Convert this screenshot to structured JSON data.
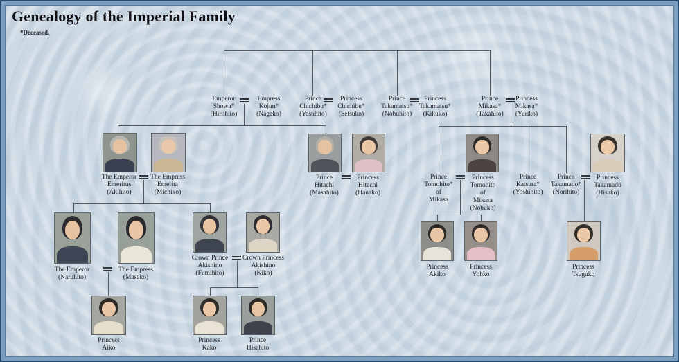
{
  "title": "Genealogy of the Imperial Family",
  "legend_note": "*Deceased.",
  "marriage_symbol": "=",
  "colors": {
    "background": "#cbd8e3",
    "connector_line": "#54585c",
    "text": "#1c1c20",
    "frame_outer": "#24496e",
    "frame_band": "#7da0bf",
    "photo_border": "#5f6468"
  },
  "people": {
    "showa": {
      "label": [
        "Emperor",
        "Showa*",
        "(Hirohito)"
      ],
      "deceased": true
    },
    "kojun": {
      "label": [
        "Empress",
        "Kojun*",
        "(Nagako)"
      ],
      "deceased": true
    },
    "chichibu": {
      "label": [
        "Prince",
        "Chichibu*",
        "(Yasuhito)"
      ],
      "deceased": true
    },
    "chichibu_p": {
      "label": [
        "Princess",
        "Chichibu*",
        "(Setsuko)"
      ],
      "deceased": true
    },
    "takamatsu": {
      "label": [
        "Prince",
        "Takamatsu*",
        "(Nobuhito)"
      ],
      "deceased": true
    },
    "takamatsu_p": {
      "label": [
        "Princess",
        "Takamatsu*",
        "(Kikuko)"
      ],
      "deceased": true
    },
    "mikasa": {
      "label": [
        "Prince",
        "Mikasa*",
        "(Takahito)"
      ],
      "deceased": true
    },
    "mikasa_p": {
      "label": [
        "Princess",
        "Mikasa*",
        "(Yuriko)"
      ],
      "deceased": true
    },
    "akihito": {
      "label": [
        "The Emperor",
        "Emeritus",
        "(Akihito)"
      ],
      "deceased": false,
      "portrait": {
        "bg": "#8e958e",
        "hair": "#b7b6b2",
        "skin": "#e6c2a0",
        "top": "#3b4150"
      }
    },
    "michiko": {
      "label": [
        "The Empress",
        "Emerita",
        "(Michiko)"
      ],
      "deceased": false,
      "portrait": {
        "bg": "#b6b7bf",
        "hair": "#c6c2ba",
        "skin": "#e9c9a9",
        "top": "#c9b693"
      }
    },
    "hitachi": {
      "label": [
        "Prince",
        "Hitachi",
        "(Masahito)"
      ],
      "deceased": false,
      "portrait": {
        "bg": "#999f9e",
        "hair": "#b3b0aa",
        "skin": "#e5c2a0",
        "top": "#4e535a"
      }
    },
    "hanako": {
      "label": [
        "Princess",
        "Hitachi",
        "(Hanako)"
      ],
      "deceased": false,
      "portrait": {
        "bg": "#b2aca6",
        "hair": "#403a38",
        "skin": "#e8c6a6",
        "top": "#e0bfc6"
      }
    },
    "tomohito": {
      "label": [
        "Prince",
        "Tomohito*",
        "of",
        "Mikasa"
      ],
      "deceased": true
    },
    "nobuko": {
      "label": [
        "Princess",
        "Tomohito",
        "of",
        "Mikasa",
        "(Nobuko)"
      ],
      "deceased": false,
      "portrait": {
        "bg": "#8e8984",
        "hair": "#2e2a28",
        "skin": "#e9c7a7",
        "top": "#4a4340"
      }
    },
    "katsura": {
      "label": [
        "Prince",
        "Katsura*",
        "(Yoshihito)"
      ],
      "deceased": true
    },
    "takamado": {
      "label": [
        "Prince",
        "Takamado*",
        "(Norihito)"
      ],
      "deceased": true
    },
    "hisako": {
      "label": [
        "Princess",
        "Takamado",
        "(Hisako)"
      ],
      "deceased": false,
      "portrait": {
        "bg": "#d6d1ca",
        "hair": "#3a322e",
        "skin": "#eccaa9",
        "top": "#d9cdb8"
      }
    },
    "naruhito": {
      "label": [
        "The Emperor",
        "(Naruhito)"
      ],
      "deceased": false,
      "portrait": {
        "bg": "#99a199",
        "hair": "#2c2c30",
        "skin": "#e7c3a1",
        "top": "#3d4453"
      }
    },
    "masako": {
      "label": [
        "The Empress",
        "(Masako)"
      ],
      "deceased": false,
      "portrait": {
        "bg": "#98a09a",
        "hair": "#2b2b2f",
        "skin": "#e8c6a6",
        "top": "#ebe6da"
      }
    },
    "fumihito": {
      "label": [
        "Crown Prince",
        "Akishino",
        "(Fumihito)"
      ],
      "deceased": false,
      "portrait": {
        "bg": "#9fa5a1",
        "hair": "#34333b",
        "skin": "#e7c4a2",
        "top": "#3e4450"
      }
    },
    "kiko": {
      "label": [
        "Crown Princess",
        "Akishino",
        "(Kiko)"
      ],
      "deceased": false,
      "portrait": {
        "bg": "#a8a9a3",
        "hair": "#2f2d31",
        "skin": "#e9c7a7",
        "top": "#ddd5c6"
      }
    },
    "akiko": {
      "label": [
        "Princess",
        "Akiko"
      ],
      "deceased": false,
      "portrait": {
        "bg": "#8d8d89",
        "hair": "#2d2a28",
        "skin": "#e8c6a6",
        "top": "#e8e3d8"
      }
    },
    "yohko": {
      "label": [
        "Princess",
        "Yohko"
      ],
      "deceased": false,
      "portrait": {
        "bg": "#968e89",
        "hair": "#332e2c",
        "skin": "#e9c7a7",
        "top": "#e4c0c6"
      }
    },
    "tsuguko": {
      "label": [
        "Princess",
        "Tsuguko"
      ],
      "deceased": false,
      "portrait": {
        "bg": "#cec8bf",
        "hair": "#332e2a",
        "skin": "#eac8a8",
        "top": "#d69e6b"
      }
    },
    "aiko": {
      "label": [
        "Princess",
        "Aiko"
      ],
      "deceased": false,
      "portrait": {
        "bg": "#a7a7a1",
        "hair": "#2e2b28",
        "skin": "#e8c6a6",
        "top": "#e6decd"
      }
    },
    "kako": {
      "label": [
        "Princess",
        "Kako"
      ],
      "deceased": false,
      "portrait": {
        "bg": "#a2a39d",
        "hair": "#2f2c2a",
        "skin": "#e9c7a7",
        "top": "#e9e3d5"
      }
    },
    "hisahito": {
      "label": [
        "Prince",
        "Hisahito"
      ],
      "deceased": false,
      "portrait": {
        "bg": "#999f9b",
        "hair": "#2c2a26",
        "skin": "#e7c4a2",
        "top": "#3e424d"
      }
    }
  },
  "relationships": {
    "top_siblings": [
      "showa",
      "chichibu",
      "takamatsu",
      "mikasa"
    ],
    "marriages": [
      {
        "couple": [
          "showa",
          "kojun"
        ],
        "children": [
          "akihito",
          "hitachi"
        ]
      },
      {
        "couple": [
          "chichibu",
          "chichibu_p"
        ],
        "children": []
      },
      {
        "couple": [
          "takamatsu",
          "takamatsu_p"
        ],
        "children": []
      },
      {
        "couple": [
          "mikasa",
          "mikasa_p"
        ],
        "children": [
          "tomohito",
          "katsura",
          "takamado"
        ]
      },
      {
        "couple": [
          "akihito",
          "michiko"
        ],
        "children": [
          "naruhito",
          "fumihito"
        ]
      },
      {
        "couple": [
          "hitachi",
          "hanako"
        ],
        "children": []
      },
      {
        "couple": [
          "tomohito",
          "nobuko"
        ],
        "children": [
          "akiko",
          "yohko"
        ]
      },
      {
        "couple": [
          "takamado",
          "hisako"
        ],
        "children": [
          "tsuguko"
        ]
      },
      {
        "couple": [
          "naruhito",
          "masako"
        ],
        "children": [
          "aiko"
        ]
      },
      {
        "couple": [
          "fumihito",
          "kiko"
        ],
        "children": [
          "kako",
          "hisahito"
        ]
      }
    ]
  }
}
